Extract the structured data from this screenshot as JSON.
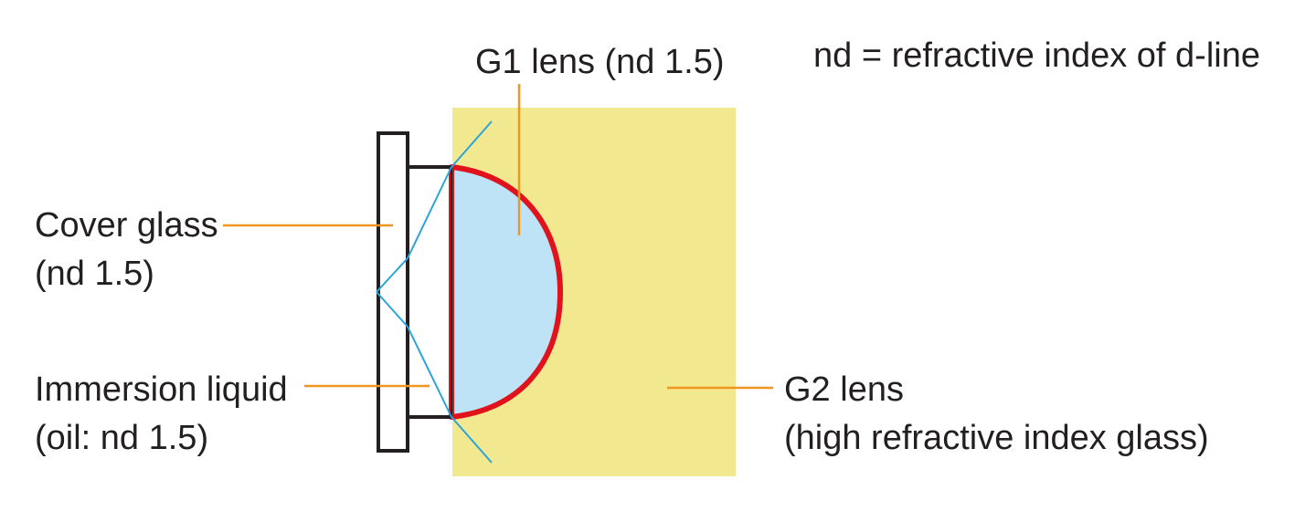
{
  "labels": {
    "legend": "nd = refractive index of d-line",
    "g1_lens": "G1 lens (nd 1.5)",
    "cover_glass": [
      "Cover glass",
      "(nd 1.5)"
    ],
    "immersion_liquid": [
      "Immersion liquid",
      "(oil: nd 1.5)"
    ],
    "g2_lens": [
      "G2 lens",
      "(high refractive index glass)"
    ]
  },
  "colors": {
    "g2_fill": "#f2e890",
    "g1_fill": "#bfe3f6",
    "g1_outline": "#e0121c",
    "leader_line": "#f0961e",
    "ray": "#2aa4dc",
    "outline": "#231f20",
    "text": "#231f20"
  }
}
